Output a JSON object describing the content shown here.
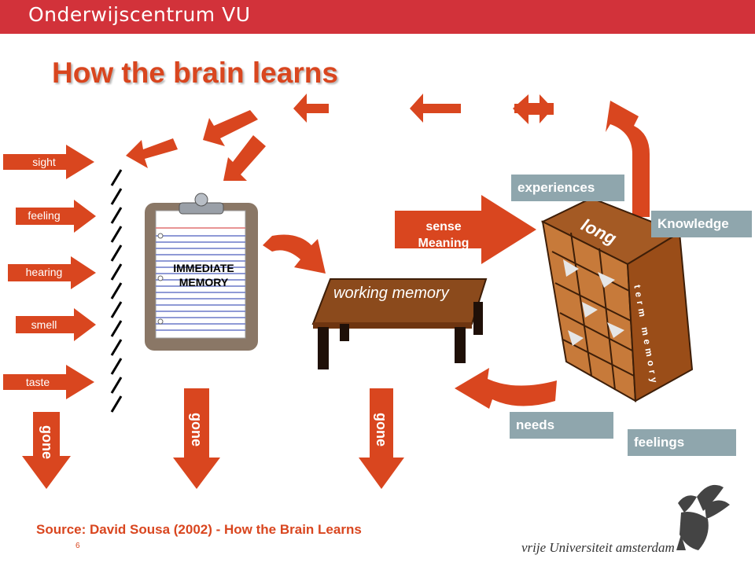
{
  "header": {
    "title": "Onderwijscentrum VU"
  },
  "slide": {
    "title": "How the brain learns"
  },
  "senses": [
    "sight",
    "feeling",
    "hearing",
    "smell",
    "taste"
  ],
  "immediate_memory": {
    "line1": "IMMEDIATE",
    "line2": "MEMORY"
  },
  "working_memory": {
    "label": "working memory"
  },
  "sense_meaning": {
    "line1": "sense",
    "line2": "Meaning"
  },
  "long_term_memory": {
    "word1": "long",
    "word2": "term memory"
  },
  "labels": {
    "experiences": "experiences",
    "knowledge": "Knowledge",
    "needs": "needs",
    "feelings": "feelings"
  },
  "gone": [
    "gone",
    "gone",
    "gone"
  ],
  "footer": {
    "source": "Source: David Sousa (2002) - How the Brain Learns",
    "page_number": "6",
    "brand": "vrije Universiteit  amsterdam"
  },
  "colors": {
    "header": "#d2323a",
    "accent": "#d9461f",
    "label_bg": "#8fa6ad",
    "wood": "#8b4a1c"
  },
  "icons": [
    "clipboard-icon",
    "desk-icon",
    "shelf-icon",
    "vu-griffin-logo-icon"
  ]
}
